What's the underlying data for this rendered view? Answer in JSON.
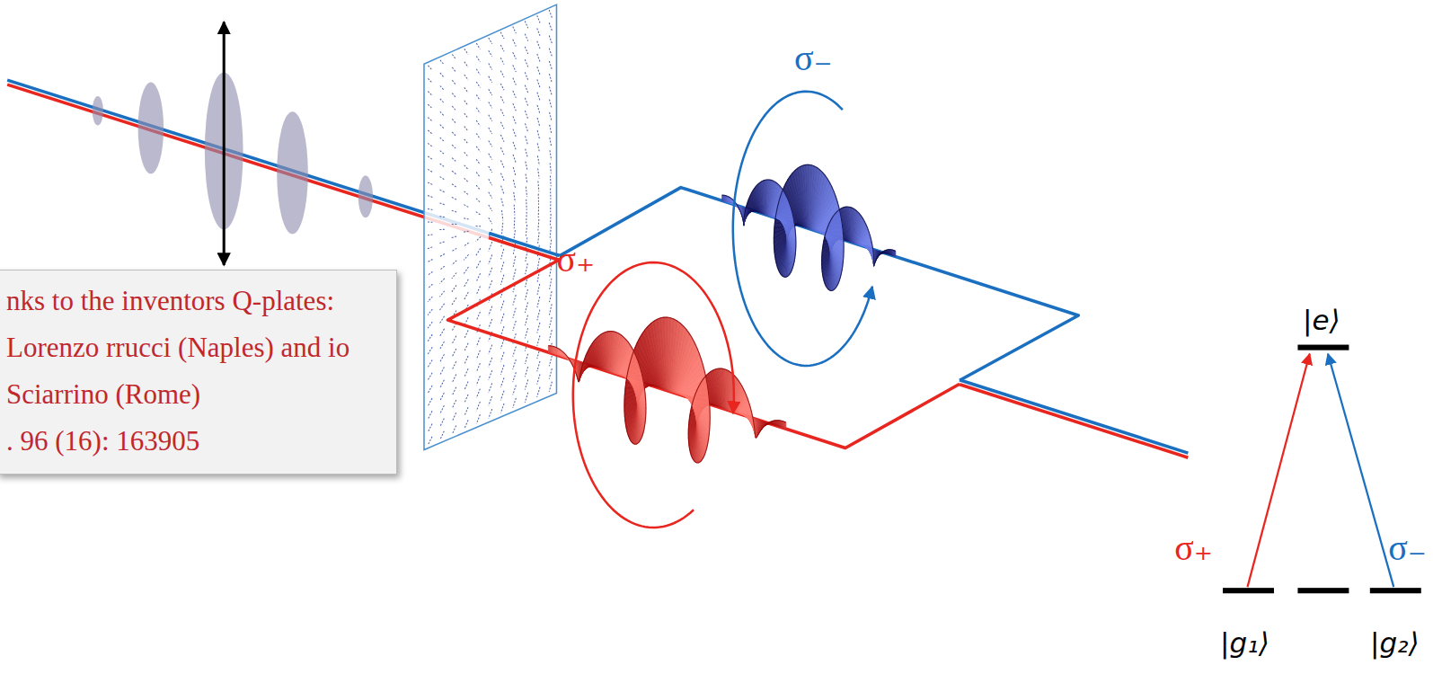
{
  "diagram": {
    "nodes": [
      {
        "text": [
          "nks to the inventors Q-plates: Lorenzo rrucci (Naples) and io Sciarrino (Rome)",
          ". 96 (16): 163905"
        ]
      }
    ],
    "labels": [
      "σ₋",
      "σ₊",
      "|e⟩",
      "σ₊",
      "σ₋",
      "|g₁⟩",
      "|g₂⟩"
    ]
  }
}
